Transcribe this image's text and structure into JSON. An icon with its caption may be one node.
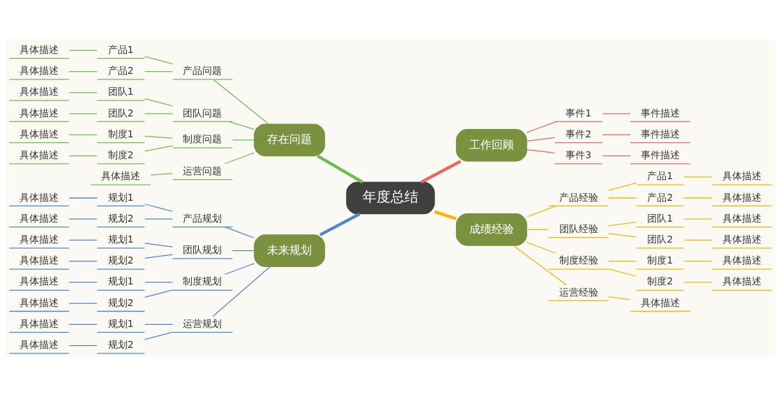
{
  "diagram": {
    "nodes": [
      {
        "text": [
          "年度总结"
        ]
      },
      {
        "text": [
          "存在问题"
        ]
      },
      {
        "text": [
          "产品问题"
        ]
      },
      {
        "text": [
          "产品1"
        ]
      },
      {
        "text": [
          "具体描述"
        ]
      },
      {
        "text": [
          "产品2"
        ]
      },
      {
        "text": [
          "具体描述"
        ]
      },
      {
        "text": [
          "团队问题"
        ]
      },
      {
        "text": [
          "团队1"
        ]
      },
      {
        "text": [
          "具体描述"
        ]
      },
      {
        "text": [
          "团队2"
        ]
      },
      {
        "text": [
          "具体描述"
        ]
      },
      {
        "text": [
          "制度问题"
        ]
      },
      {
        "text": [
          "制度1"
        ]
      },
      {
        "text": [
          "具体描述"
        ]
      },
      {
        "text": [
          "制度2"
        ]
      },
      {
        "text": [
          "具体描述"
        ]
      },
      {
        "text": [
          "运营问题"
        ]
      },
      {
        "text": [
          "具体描述"
        ]
      },
      {
        "text": [
          "未来规划"
        ]
      },
      {
        "text": [
          "产品规划"
        ]
      },
      {
        "text": [
          "规划1"
        ]
      },
      {
        "text": [
          "具体描述"
        ]
      },
      {
        "text": [
          "规划2"
        ]
      },
      {
        "text": [
          "具体描述"
        ]
      },
      {
        "text": [
          "团队规划"
        ]
      },
      {
        "text": [
          "规划1"
        ]
      },
      {
        "text": [
          "具体描述"
        ]
      },
      {
        "text": [
          "规划2"
        ]
      },
      {
        "text": [
          "具体描述"
        ]
      },
      {
        "text": [
          "制度规划"
        ]
      },
      {
        "text": [
          "规划1"
        ]
      },
      {
        "text": [
          "具体描述"
        ]
      },
      {
        "text": [
          "规划2"
        ]
      },
      {
        "text": [
          "具体描述"
        ]
      },
      {
        "text": [
          "运营规划"
        ]
      },
      {
        "text": [
          "规划1"
        ]
      },
      {
        "text": [
          "具体描述"
        ]
      },
      {
        "text": [
          "规划2"
        ]
      },
      {
        "text": [
          "具体描述"
        ]
      },
      {
        "text": [
          "工作回顾"
        ]
      },
      {
        "text": [
          "事件1"
        ]
      },
      {
        "text": [
          "事件描述"
        ]
      },
      {
        "text": [
          "事件2"
        ]
      },
      {
        "text": [
          "事件描述"
        ]
      },
      {
        "text": [
          "事件3"
        ]
      },
      {
        "text": [
          "事件描述"
        ]
      },
      {
        "text": [
          "成绩经验"
        ]
      },
      {
        "text": [
          "产品经验"
        ]
      },
      {
        "text": [
          "产品1"
        ]
      },
      {
        "text": [
          "具体描述"
        ]
      },
      {
        "text": [
          "产品2"
        ]
      },
      {
        "text": [
          "具体描述"
        ]
      },
      {
        "text": [
          "团队经验"
        ]
      },
      {
        "text": [
          "团队1"
        ]
      },
      {
        "text": [
          "具体描述"
        ]
      },
      {
        "text": [
          "团队2"
        ]
      },
      {
        "text": [
          "具体描述"
        ]
      },
      {
        "text": [
          "制度经验"
        ]
      },
      {
        "text": [
          "制度1"
        ]
      },
      {
        "text": [
          "具体描述"
        ]
      },
      {
        "text": [
          "制度2"
        ]
      },
      {
        "text": [
          "具体描述"
        ]
      },
      {
        "text": [
          "运营经验"
        ]
      },
      {
        "text": [
          "具体描述"
        ]
      }
    ],
    "edges": [
      {
        "from": 1,
        "to": 0,
        "arrow": "none",
        "style": "thick",
        "color": "#6cbf4c"
      },
      {
        "from": 2,
        "to": 1,
        "arrow": "none",
        "color": "#6cbf4c"
      },
      {
        "from": 3,
        "to": 2,
        "arrow": "none",
        "color": "#6cbf4c"
      },
      {
        "from": 4,
        "to": 3,
        "arrow": "none",
        "color": "#6cbf4c"
      },
      {
        "from": 5,
        "to": 2,
        "arrow": "none",
        "color": "#6cbf4c"
      },
      {
        "from": 6,
        "to": 5,
        "arrow": "none",
        "color": "#6cbf4c"
      },
      {
        "from": 7,
        "to": 1,
        "arrow": "none",
        "color": "#6cbf4c"
      },
      {
        "from": 8,
        "to": 7,
        "arrow": "none",
        "color": "#6cbf4c"
      },
      {
        "from": 9,
        "to": 8,
        "arrow": "none",
        "color": "#6cbf4c"
      },
      {
        "from": 10,
        "to": 7,
        "arrow": "none",
        "color": "#6cbf4c"
      },
      {
        "from": 11,
        "to": 10,
        "arrow": "none",
        "color": "#6cbf4c"
      },
      {
        "from": 12,
        "to": 1,
        "arrow": "none",
        "color": "#6cbf4c"
      },
      {
        "from": 13,
        "to": 12,
        "arrow": "none",
        "color": "#6cbf4c"
      },
      {
        "from": 14,
        "to": 13,
        "arrow": "none",
        "color": "#6cbf4c"
      },
      {
        "from": 15,
        "to": 12,
        "arrow": "none",
        "color": "#6cbf4c"
      },
      {
        "from": 16,
        "to": 15,
        "arrow": "none",
        "color": "#6cbf4c"
      },
      {
        "from": 17,
        "to": 1,
        "arrow": "none",
        "color": "#6cbf4c"
      },
      {
        "from": 18,
        "to": 17,
        "arrow": "none",
        "color": "#6cbf4c"
      },
      {
        "from": 19,
        "to": 0,
        "arrow": "none",
        "style": "thick",
        "color": "#4f86d0"
      },
      {
        "from": 20,
        "to": 19,
        "arrow": "none",
        "color": "#4f86d0"
      },
      {
        "from": 21,
        "to": 20,
        "arrow": "none",
        "color": "#4f86d0"
      },
      {
        "from": 22,
        "to": 21,
        "arrow": "none",
        "color": "#4f86d0"
      },
      {
        "from": 23,
        "to": 20,
        "arrow": "none",
        "color": "#4f86d0"
      },
      {
        "from": 24,
        "to": 23,
        "arrow": "none",
        "color": "#4f86d0"
      },
      {
        "from": 25,
        "to": 19,
        "arrow": "none",
        "color": "#4f86d0"
      },
      {
        "from": 26,
        "to": 25,
        "arrow": "none",
        "color": "#4f86d0"
      },
      {
        "from": 27,
        "to": 26,
        "arrow": "none",
        "color": "#4f86d0"
      },
      {
        "from": 28,
        "to": 25,
        "arrow": "none",
        "color": "#4f86d0"
      },
      {
        "from": 29,
        "to": 28,
        "arrow": "none",
        "color": "#4f86d0"
      },
      {
        "from": 30,
        "to": 19,
        "arrow": "none",
        "color": "#4f86d0"
      },
      {
        "from": 31,
        "to": 30,
        "arrow": "none",
        "color": "#4f86d0"
      },
      {
        "from": 32,
        "to": 31,
        "arrow": "none",
        "color": "#4f86d0"
      },
      {
        "from": 33,
        "to": 30,
        "arrow": "none",
        "color": "#4f86d0"
      },
      {
        "from": 34,
        "to": 33,
        "arrow": "none",
        "color": "#4f86d0"
      },
      {
        "from": 35,
        "to": 19,
        "arrow": "none",
        "color": "#4f86d0"
      },
      {
        "from": 36,
        "to": 35,
        "arrow": "none",
        "color": "#4f86d0"
      },
      {
        "from": 37,
        "to": 36,
        "arrow": "none",
        "color": "#4f86d0"
      },
      {
        "from": 38,
        "to": 35,
        "arrow": "none",
        "color": "#4f86d0"
      },
      {
        "from": 39,
        "to": 38,
        "arrow": "none",
        "color": "#4f86d0"
      },
      {
        "from": 0,
        "to": 40,
        "arrow": "none",
        "style": "thick",
        "color": "#e8695c"
      },
      {
        "from": 40,
        "to": 41,
        "arrow": "none",
        "color": "#e8695c"
      },
      {
        "from": 41,
        "to": 42,
        "arrow": "none",
        "color": "#e8695c"
      },
      {
        "from": 40,
        "to": 43,
        "arrow": "none",
        "color": "#e8695c"
      },
      {
        "from": 43,
        "to": 44,
        "arrow": "none",
        "color": "#e8695c"
      },
      {
        "from": 40,
        "to": 45,
        "arrow": "none",
        "color": "#e8695c"
      },
      {
        "from": 45,
        "to": 46,
        "arrow": "none",
        "color": "#e8695c"
      },
      {
        "from": 0,
        "to": 47,
        "arrow": "none",
        "style": "thick",
        "color": "#f2b705"
      },
      {
        "from": 47,
        "to": 48,
        "arrow": "none",
        "color": "#f2b705"
      },
      {
        "from": 48,
        "to": 49,
        "arrow": "none",
        "color": "#f2b705"
      },
      {
        "from": 49,
        "to": 50,
        "arrow": "none",
        "color": "#f2b705"
      },
      {
        "from": 48,
        "to": 51,
        "arrow": "none",
        "color": "#f2b705"
      },
      {
        "from": 51,
        "to": 52,
        "arrow": "none",
        "color": "#f2b705"
      },
      {
        "from": 47,
        "to": 53,
        "arrow": "none",
        "color": "#f2b705"
      },
      {
        "from": 53,
        "to": 54,
        "arrow": "none",
        "color": "#f2b705"
      },
      {
        "from": 54,
        "to": 55,
        "arrow": "none",
        "color": "#f2b705"
      },
      {
        "from": 53,
        "to": 56,
        "arrow": "none",
        "color": "#f2b705"
      },
      {
        "from": 56,
        "to": 57,
        "arrow": "none",
        "color": "#f2b705"
      },
      {
        "from": 47,
        "to": 58,
        "arrow": "none",
        "color": "#f2b705"
      },
      {
        "from": 58,
        "to": 59,
        "arrow": "none",
        "color": "#f2b705"
      },
      {
        "from": 59,
        "to": 60,
        "arrow": "none",
        "color": "#f2b705"
      },
      {
        "from": 58,
        "to": 61,
        "arrow": "none",
        "color": "#f2b705"
      },
      {
        "from": 61,
        "to": 62,
        "arrow": "none",
        "color": "#f2b705"
      },
      {
        "from": 47,
        "to": 63,
        "arrow": "none",
        "color": "#f2b705"
      },
      {
        "from": 63,
        "to": 64,
        "arrow": "none",
        "color": "#f2b705"
      }
    ]
  }
}
